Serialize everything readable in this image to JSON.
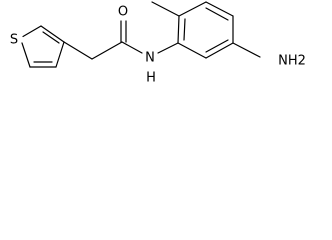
{
  "molecule": {
    "atoms": {
      "sulfur": "S",
      "carbonyl_oxygen": "O",
      "amide_nitrogen": "N",
      "amide_hydrogen": "H",
      "amine": "NH2"
    }
  },
  "colors": {
    "bond": "#000000",
    "label": "#000000",
    "background": "#ffffff"
  }
}
